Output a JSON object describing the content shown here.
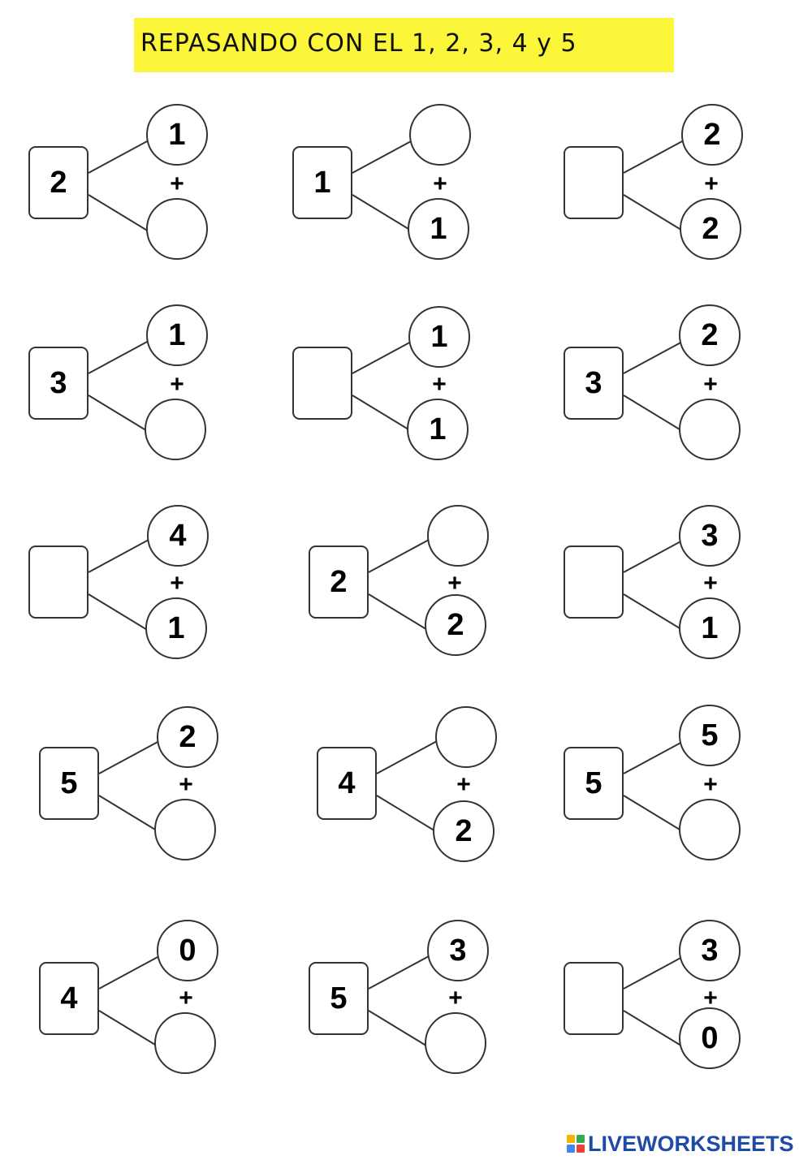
{
  "title": "REPASANDO CON EL 1, 2, 3, 4 y 5",
  "plus_sign": "+",
  "problems": [
    {
      "total": "2",
      "top": "1",
      "bottom": ""
    },
    {
      "total": "1",
      "top": "",
      "bottom": "1"
    },
    {
      "total": "",
      "top": "2",
      "bottom": "2"
    },
    {
      "total": "3",
      "top": "1",
      "bottom": ""
    },
    {
      "total": "",
      "top": "1",
      "bottom": "1"
    },
    {
      "total": "3",
      "top": "2",
      "bottom": ""
    },
    {
      "total": "",
      "top": "4",
      "bottom": "1"
    },
    {
      "total": "2",
      "top": "",
      "bottom": "2"
    },
    {
      "total": "",
      "top": "3",
      "bottom": "1"
    },
    {
      "total": "5",
      "top": "2",
      "bottom": ""
    },
    {
      "total": "4",
      "top": "",
      "bottom": "2"
    },
    {
      "total": "5",
      "top": "5",
      "bottom": ""
    },
    {
      "total": "4",
      "top": "0",
      "bottom": ""
    },
    {
      "total": "5",
      "top": "3",
      "bottom": ""
    },
    {
      "total": "",
      "top": "3",
      "bottom": "0"
    }
  ],
  "footer_logo": "LIVEWORKSHEETS",
  "colors": {
    "title_highlight": "#fbf639",
    "logo_text": "#1f4aa8"
  }
}
